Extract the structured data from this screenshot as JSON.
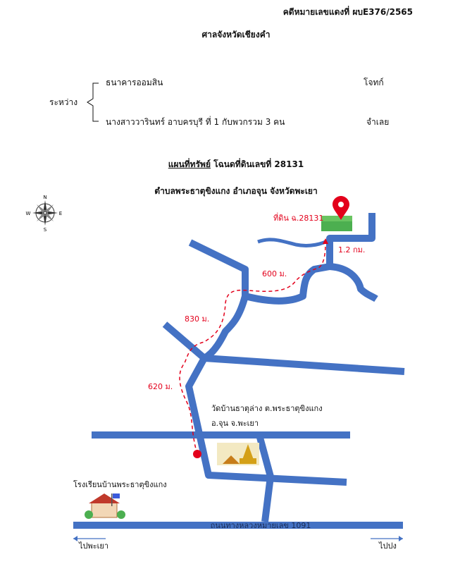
{
  "header": {
    "case_number": "คดีหมายเลขแดงที่ ผบE376/2565",
    "court": "ศาลจังหวัดเชียงคำ"
  },
  "parties": {
    "between_label": "ระหว่าง",
    "plaintiff_name": "ธนาคารออมสิน",
    "plaintiff_role": "โจทก์",
    "defendant_name": "นางสาววารินทร์ อาบครบุรี ที่ 1 กับพวกรวม 3 คน",
    "defendant_role": "จำเลย"
  },
  "map_title": {
    "title_underlined": "แผนที่ทรัพย์",
    "title_rest": " โฉนดที่ดินเลขที่ 28131",
    "location": "ตำบลพระธาตุขิงแกง อำเภอจุน จังหวัดพะเยา"
  },
  "compass": {
    "n": "N",
    "s": "S",
    "e": "E",
    "w": "W",
    "icon": "compass-rose-icon"
  },
  "map": {
    "land_label": "ที่ดิน ฉ.28131",
    "dist_1": "1.2 กม.",
    "dist_2": "600 ม.",
    "dist_3": "830 ม.",
    "dist_4": "620 ม.",
    "temple_line1": "วัดบ้านธาตุล่าง ต.พระธาตุขิงแกง",
    "temple_line2": "อ.จุน จ.พะเยา",
    "school": "โรงเรียนบ้านพระธาตุขิงแกง",
    "highway": "ถนนทางหลวงหมายเลข 1091",
    "to_left": "ไปพะเยา",
    "to_right": "ไปปง"
  },
  "colors": {
    "road": "#4472c4",
    "route": "#e3001b",
    "field": "#4caf50",
    "temple_gold": "#d4a017"
  }
}
